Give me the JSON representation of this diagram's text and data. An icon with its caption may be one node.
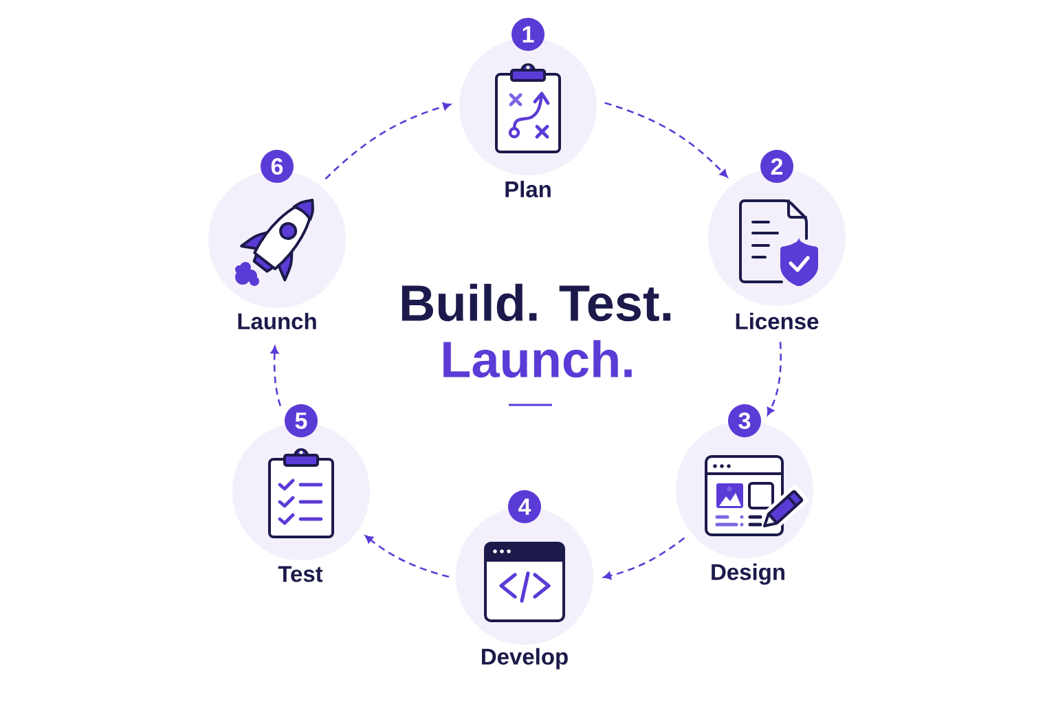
{
  "diagram": {
    "title": "Build. Test.",
    "nodes": [
      {
        "text": [
          "1",
          "Plan"
        ]
      },
      {
        "text": [
          "2",
          "License"
        ]
      },
      {
        "text": [
          "3",
          "Design"
        ]
      },
      {
        "text": [
          "4",
          "Develop"
        ]
      },
      {
        "text": [
          "5",
          "Test"
        ]
      },
      {
        "text": [
          "6",
          "Launch"
        ]
      }
    ],
    "edges": [
      {
        "from": 0,
        "to": 1,
        "arrow": "to",
        "style": "dashed"
      },
      {
        "from": 1,
        "to": 2,
        "arrow": "to",
        "style": "dashed"
      },
      {
        "from": 2,
        "to": 3,
        "arrow": "to",
        "style": "dashed"
      },
      {
        "from": 3,
        "to": 4,
        "arrow": "to",
        "style": "dashed"
      },
      {
        "from": 4,
        "to": 5,
        "arrow": "to",
        "style": "dashed"
      },
      {
        "from": 5,
        "to": 0,
        "arrow": "to",
        "style": "dashed"
      }
    ],
    "labels": [
      "Launch."
    ]
  }
}
